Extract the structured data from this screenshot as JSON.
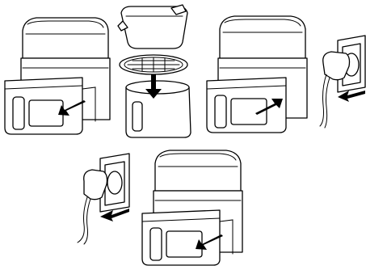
{
  "diagram": {
    "steps": [
      {
        "icon": "air-fryer-basket-pulled-out-icon",
        "arrow": "pull-left"
      },
      {
        "icon": "basket-tray-and-grill-assembly-icon",
        "arrow": "insert-down"
      },
      {
        "icon": "air-fryer-basket-pushed-in-icon",
        "arrow": "push-right"
      },
      {
        "icon": "plug-into-wall-socket-icon",
        "arrow": "insert-left"
      },
      {
        "icon": "unplug-from-wall-socket-icon",
        "arrow": "remove-left"
      },
      {
        "icon": "air-fryer-basket-pulled-out-after-use-icon",
        "arrow": "pull-left"
      }
    ],
    "colors": {
      "line": "#000000",
      "fill": "#ffffff",
      "arrow": "#000000"
    }
  }
}
